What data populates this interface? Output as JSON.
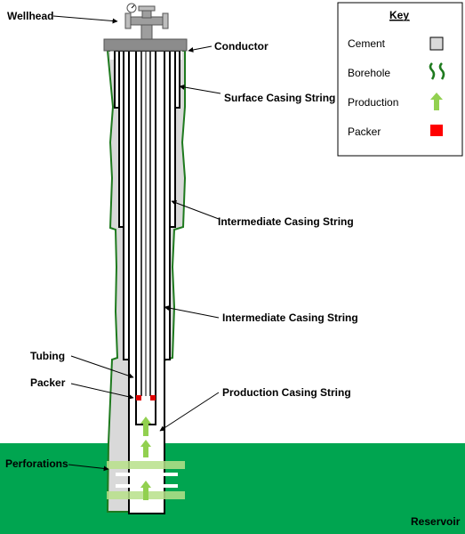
{
  "labels": {
    "wellhead": "Wellhead",
    "conductor": "Conductor",
    "surface_casing": "Surface Casing String",
    "intermediate_casing_1": "Intermediate Casing String",
    "intermediate_casing_2": "Intermediate Casing String",
    "tubing": "Tubing",
    "packer": "Packer",
    "production_casing": "Production Casing String",
    "perforations": "Perforations",
    "reservoir": "Reservoir"
  },
  "key": {
    "title": "Key",
    "items": [
      {
        "label": "Cement",
        "icon": "cement-swatch-icon",
        "color": "#d9d9d9"
      },
      {
        "label": "Borehole",
        "icon": "borehole-wave-icon",
        "color": "#1e7a1e"
      },
      {
        "label": "Production",
        "icon": "production-arrow-icon",
        "color": "#92d050"
      },
      {
        "label": "Packer",
        "icon": "packer-swatch-icon",
        "color": "#ff0000"
      }
    ]
  },
  "colors": {
    "reservoir": "#00a550",
    "borehole": "#1e7a1e",
    "cement": "#d9d9d9",
    "casing_line": "#000000",
    "production_arrow": "#92d050",
    "packer": "#e00000",
    "conductor_plate": "#8c8c8c"
  }
}
